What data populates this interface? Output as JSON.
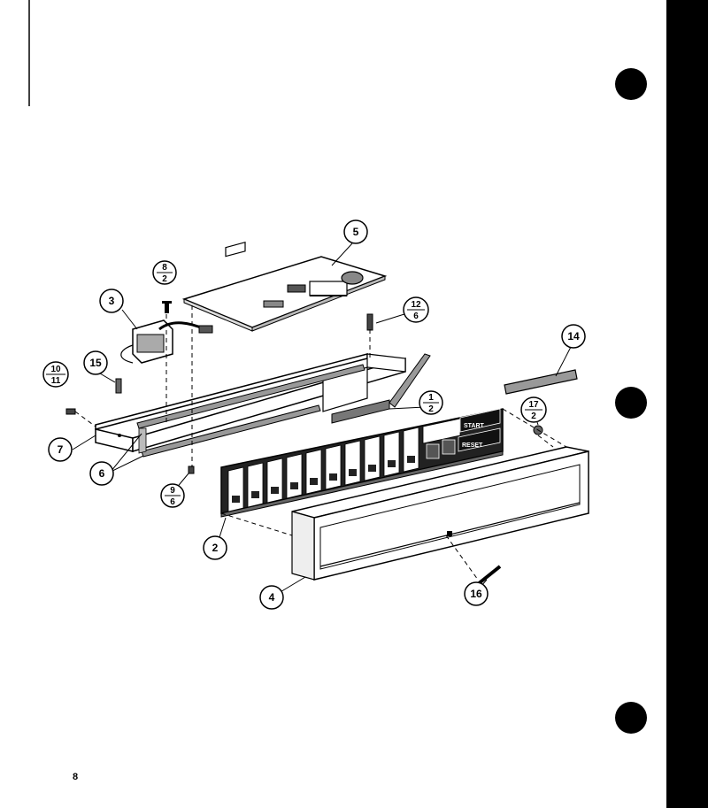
{
  "page_number": "8",
  "callouts": {
    "c1": {
      "num": "1",
      "den": "2"
    },
    "c2": "2",
    "c3": "3",
    "c4": "4",
    "c5": "5",
    "c6": "6",
    "c7": "7",
    "c8": {
      "num": "8",
      "den": "2"
    },
    "c9": {
      "num": "9",
      "den": "6"
    },
    "c10": {
      "num": "10",
      "den": "11"
    },
    "c12": {
      "num": "12",
      "den": "6"
    },
    "c14": "14",
    "c15": "15",
    "c16": "16",
    "c17": {
      "num": "17",
      "den": "2"
    }
  },
  "keypad": {
    "start": "START",
    "reset": "RESET"
  }
}
